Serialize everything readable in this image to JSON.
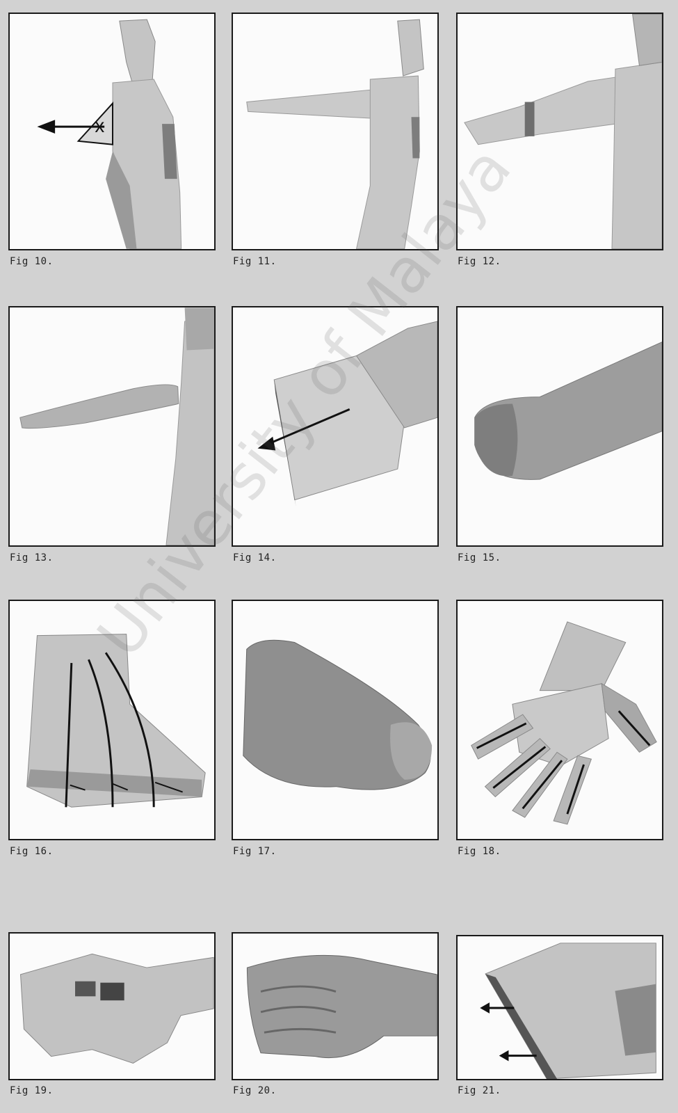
{
  "figures": [
    {
      "id": "10",
      "caption": "Fig 10."
    },
    {
      "id": "11",
      "caption": "Fig 11."
    },
    {
      "id": "12",
      "caption": "Fig 12."
    },
    {
      "id": "13",
      "caption": "Fig 13."
    },
    {
      "id": "14",
      "caption": "Fig 14."
    },
    {
      "id": "15",
      "caption": "Fig 15."
    },
    {
      "id": "16",
      "caption": "Fig 16."
    },
    {
      "id": "17",
      "caption": "Fig 17."
    },
    {
      "id": "18",
      "caption": "Fig 18."
    },
    {
      "id": "19",
      "caption": "Fig 19."
    },
    {
      "id": "20",
      "caption": "Fig 20."
    },
    {
      "id": "21",
      "caption": "Fig 21."
    }
  ],
  "watermark": "University of Malaya"
}
